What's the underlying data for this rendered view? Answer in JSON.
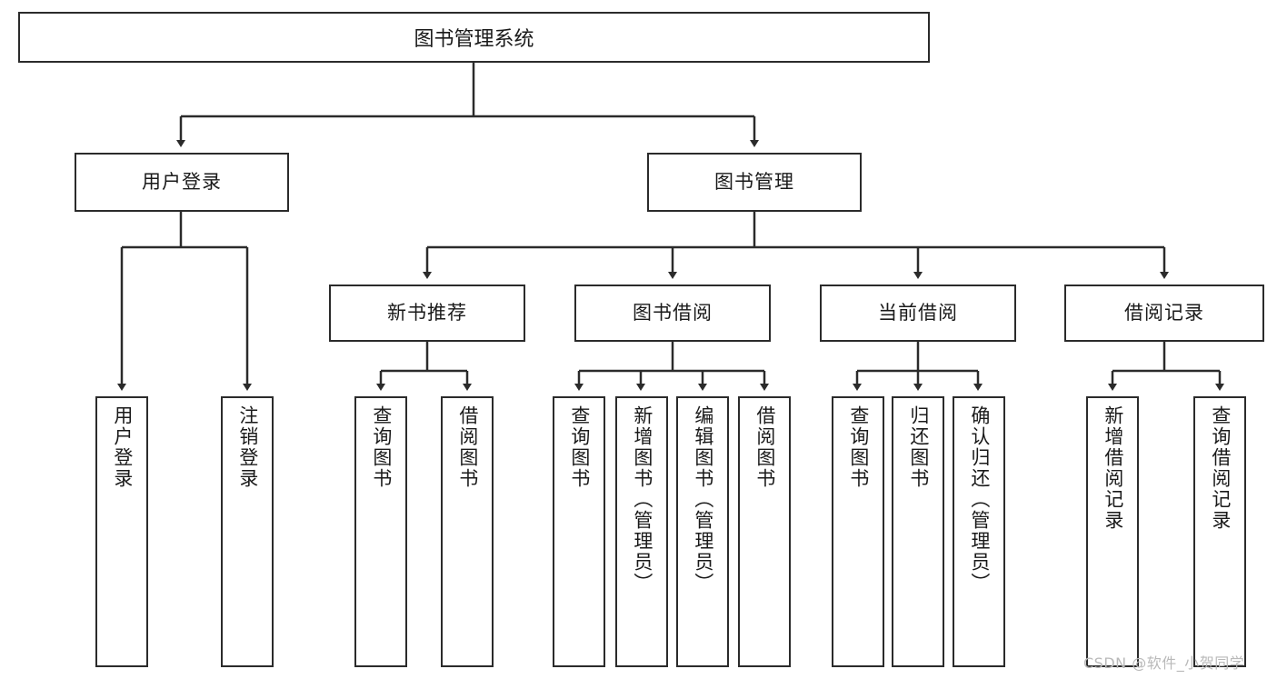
{
  "diagram": {
    "title_box": {
      "label": "图书管理系统"
    },
    "level2": [
      {
        "id": "user-login",
        "label": "用户登录"
      },
      {
        "id": "book-manage",
        "label": "图书管理"
      }
    ],
    "level3": [
      {
        "id": "new-book-recommend",
        "label": "新书推荐"
      },
      {
        "id": "book-borrow",
        "label": "图书借阅"
      },
      {
        "id": "current-borrow",
        "label": "当前借阅"
      },
      {
        "id": "borrow-record",
        "label": "借阅记录"
      }
    ],
    "leaves": [
      {
        "id": "leaf-user-login",
        "label": "用户登录"
      },
      {
        "id": "leaf-logout",
        "label": "注销登录"
      },
      {
        "id": "leaf-query-book-1",
        "label": "查询图书"
      },
      {
        "id": "leaf-borrow-book-1",
        "label": "借阅图书"
      },
      {
        "id": "leaf-query-book-2",
        "label": "查询图书"
      },
      {
        "id": "leaf-add-book",
        "label": "新增图书（管理员）"
      },
      {
        "id": "leaf-edit-book",
        "label": "编辑图书（管理员）"
      },
      {
        "id": "leaf-borrow-book-2",
        "label": "借阅图书"
      },
      {
        "id": "leaf-query-book-3",
        "label": "查询图书"
      },
      {
        "id": "leaf-return-book",
        "label": "归还图书"
      },
      {
        "id": "leaf-confirm-return",
        "label": "确认归还（管理员）"
      },
      {
        "id": "leaf-add-record",
        "label": "新增借阅记录"
      },
      {
        "id": "leaf-query-record",
        "label": "查询借阅记录"
      }
    ]
  },
  "watermark": {
    "text": "CSDN @软件_小贺同学"
  },
  "colors": {
    "stroke": "#2b2b2b",
    "background": "#ffffff",
    "text": "#1a1a1a",
    "watermark": "#b9b9b9"
  }
}
